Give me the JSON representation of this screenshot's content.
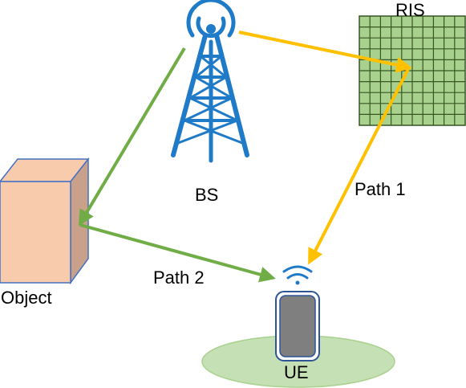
{
  "labels": {
    "ris": "RIS",
    "bs": "BS",
    "object": "Object",
    "ue": "UE",
    "path1": "Path 1",
    "path2": "Path 2"
  },
  "colors": {
    "path1": "#FFC000",
    "path2": "#70AD47",
    "tower": "#1F7BC8",
    "ris_fill": "#A9D18E",
    "ris_grid": "#375623",
    "object_front": "#F8CBAD",
    "object_side": "#C9A08A",
    "object_edge": "#4472C4",
    "ue_area": "#C5E0B4",
    "phone_body": "#7F7F7F",
    "phone_frame": "#2F5597"
  }
}
